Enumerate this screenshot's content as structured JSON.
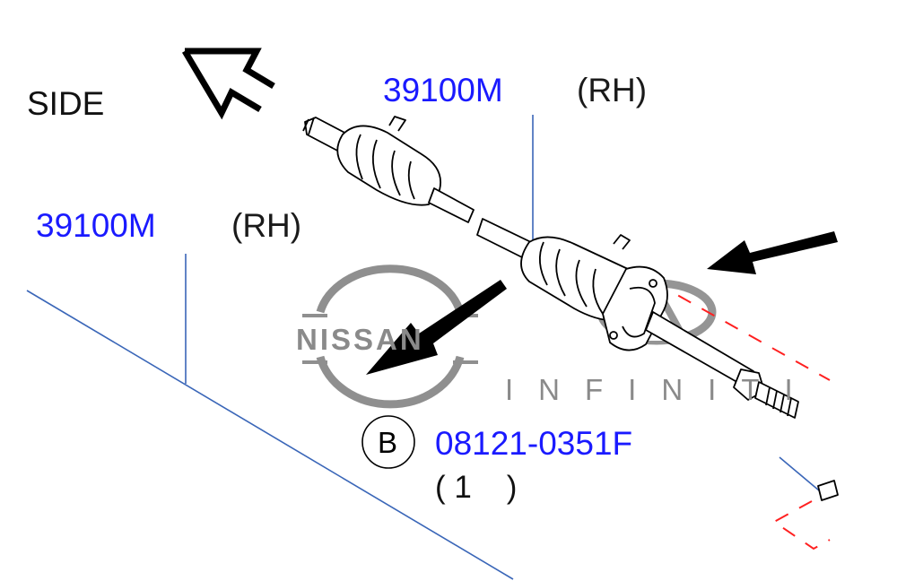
{
  "diagram": {
    "direction_label": "SIDE",
    "callouts": [
      {
        "part_number": "39100M",
        "side": "(RH)"
      },
      {
        "part_number": "39100M",
        "side": "(RH)"
      },
      {
        "ref_letter": "B",
        "part_number": "08121-0351F",
        "quantity": "( 1    )"
      }
    ],
    "watermarks": {
      "nissan": "NISSAN",
      "infiniti": "INFINITI"
    },
    "colors": {
      "part_number_text": "#1a1aff",
      "leader_line": "#3a66b8",
      "hidden_line": "#ff2020",
      "drawing_line": "#000000",
      "watermark": "#8a8a8a"
    }
  }
}
